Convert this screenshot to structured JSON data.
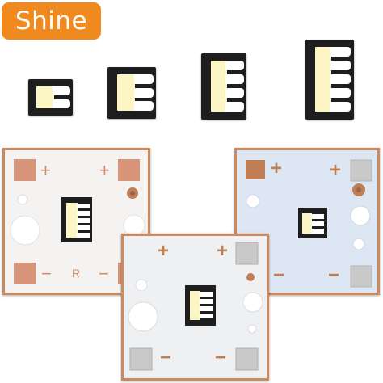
{
  "brand": {
    "name": "Shine",
    "color": "#f0891e"
  },
  "product": {
    "chips": [
      {
        "leds": 2
      },
      {
        "leds": 3
      },
      {
        "leds": 4
      },
      {
        "leds": 5
      }
    ],
    "boards": [
      {
        "finish": "white solder mask",
        "base": "#f5f3f1",
        "pad_color": "#d9957a",
        "plus_marks": [
          "+",
          "+"
        ],
        "minus_marks": [
          "−",
          "−"
        ],
        "silk_label": "R"
      },
      {
        "finish": "light blue solder mask",
        "base": "#dde7f4",
        "pad_color": "#c07e55",
        "plus_marks": [
          "+",
          "+"
        ],
        "minus_marks": [
          "−",
          "−"
        ]
      },
      {
        "finish": "white solder mask",
        "base": "#eef0f2",
        "pad_color": "#c07e55",
        "plus_marks": [
          "+",
          "+"
        ],
        "minus_marks": [
          "−",
          "−"
        ]
      }
    ],
    "colors": {
      "copper": "#cb7f48",
      "chip_body": "#1e1e1e",
      "led_yellow": "#fbf6c4",
      "silver_pad": "#c9c9c9"
    }
  }
}
